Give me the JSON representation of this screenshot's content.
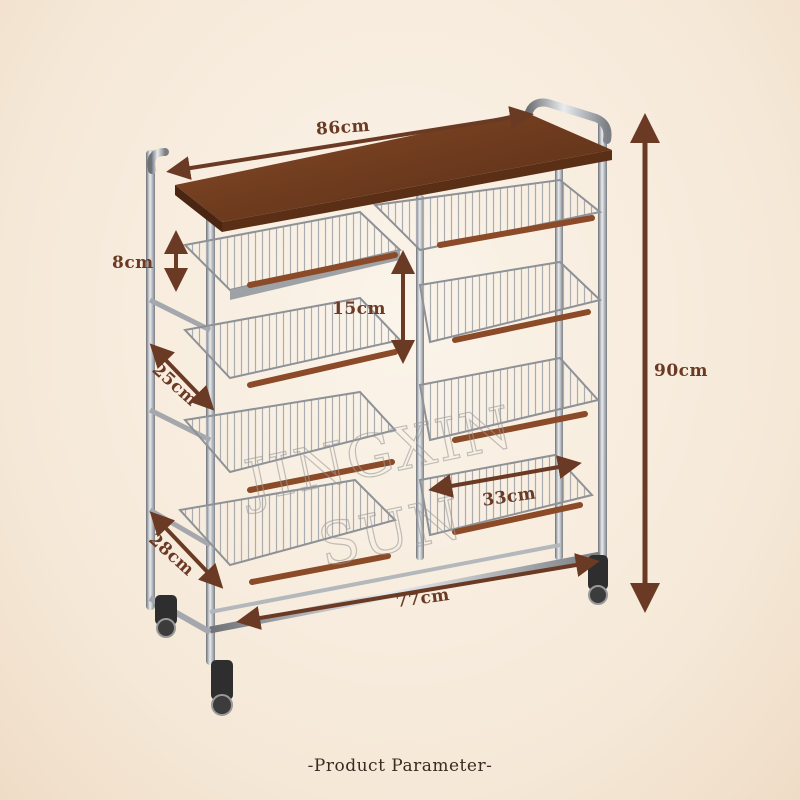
{
  "dimensions": {
    "width_top": "86cm",
    "height_total": "90cm",
    "basket_height": "8cm",
    "basket_spacing": "15cm",
    "basket_depth": "25cm",
    "basket_width": "33cm",
    "frame_depth": "28cm",
    "base_width": "77cm"
  },
  "watermark": {
    "line1": "JINGXIN",
    "line2": "SUN"
  },
  "caption": "-Product Parameter-",
  "colors": {
    "background": "#f5e8d7",
    "arrow": "#6b3a24",
    "wood_top": "#7a4524",
    "wood_handle": "#8b4a28",
    "steel": "#b8bcc0"
  }
}
